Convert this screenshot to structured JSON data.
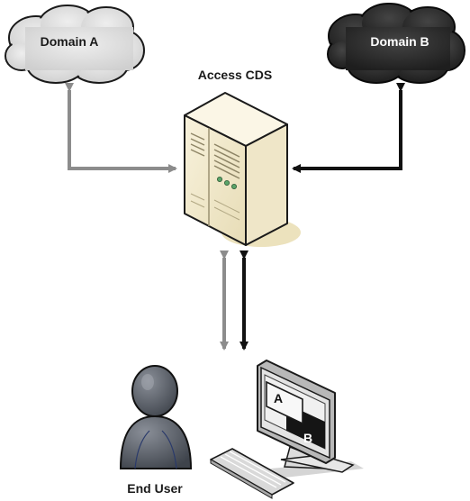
{
  "nodes": {
    "domain_a": {
      "label": "Domain A"
    },
    "domain_b": {
      "label": "Domain B"
    },
    "access_cds": {
      "label": "Access CDS"
    },
    "end_user": {
      "label": "End User"
    },
    "monitor": {
      "window_a": "A",
      "window_b": "B"
    }
  },
  "colors": {
    "domain_a_fill": "#dcdcdc",
    "domain_b_fill": "#2b2b2b",
    "arrow_gray": "#8c8c8c",
    "arrow_black": "#111111",
    "server_body": "#f2ead2",
    "server_shadow": "#e9dfb8",
    "user_figure": "#555a63"
  }
}
